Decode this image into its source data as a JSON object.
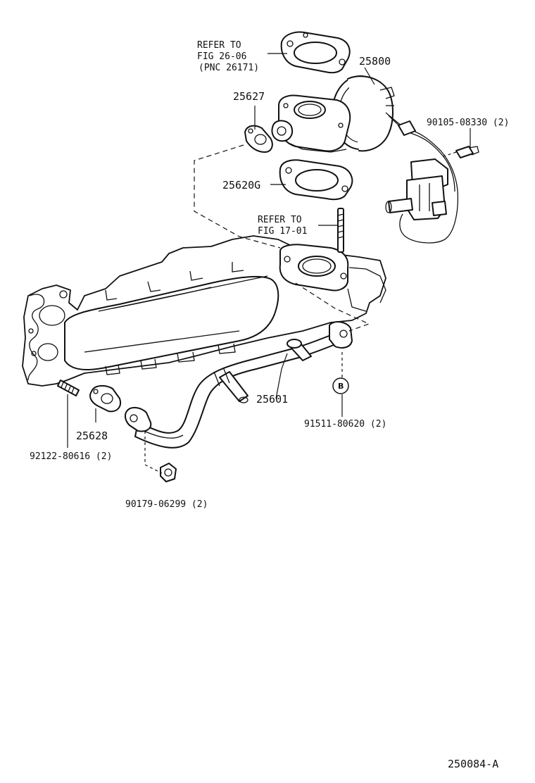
{
  "labels": {
    "refer_fig_26": [
      "REFER TO",
      "FIG 26-06",
      "(PNC 26171)"
    ],
    "refer_fig_17": [
      "REFER TO",
      "FIG 17-01"
    ],
    "p25800": "25800",
    "p25627": "25627",
    "p90105": "90105-08330 (2)",
    "p25620g": "25620G",
    "p25601": "25601",
    "p91511": "91511-80620 (2)",
    "p25628": "25628",
    "p92122": "92122-80616 (2)",
    "p90179": "90179-06299 (2)",
    "callout_b": "B",
    "figure_code": "250084-A"
  }
}
